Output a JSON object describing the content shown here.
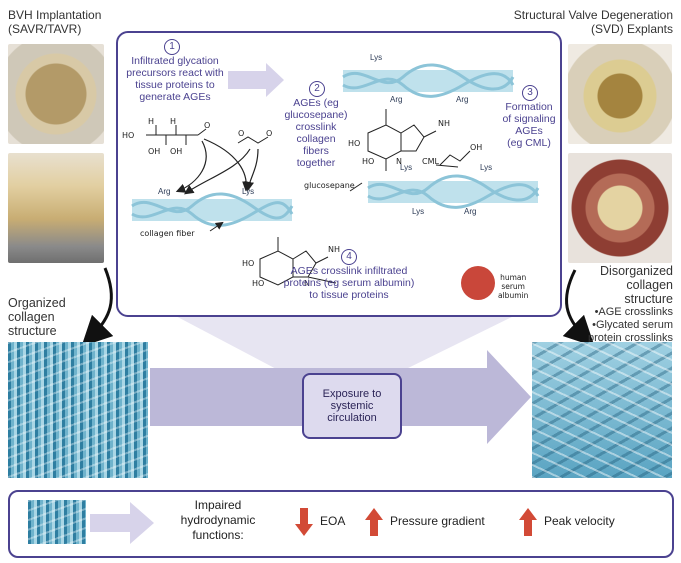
{
  "left": {
    "title_line1": "BVH Implantation",
    "title_line2": "(SAVR/TAVR)",
    "organized_line1": "Organized",
    "organized_line2": "collagen",
    "organized_line3": "structure"
  },
  "right": {
    "title_line1": "Structural Valve Degeneration",
    "title_line2": "(SVD) Explants",
    "disorg_line1": "Disorganized",
    "disorg_line2": "collagen",
    "disorg_line3": "structure",
    "bullet1": "•AGE crosslinks",
    "bullet2": "•Glycated serum",
    "bullet3": "protein crosslinks"
  },
  "panel": {
    "step1_num": "1",
    "step1_line1": "Infiltrated glycation",
    "step1_line2": "precursors react with",
    "step1_line3": "tissue proteins to",
    "step1_line4": "generate AGEs",
    "step2_num": "2",
    "step2_line1": "AGEs (eg",
    "step2_line2": "glucosepane)",
    "step2_line3": "crosslink",
    "step2_line4": "collagen",
    "step2_line5": "fibers",
    "step2_line6": "together",
    "step3_num": "3",
    "step3_line1": "Formation",
    "step3_line2": "of signaling",
    "step3_line3": "AGEs",
    "step3_line4": "(eg CML)",
    "step4_num": "4",
    "step4_line1": "AGEs crosslink infiltrated",
    "step4_line2": "proteins (eg serum albumin)",
    "step4_line3": "to tissue proteins",
    "collagen_fiber_label": "collagen fiber",
    "glucosepane_label": "glucosepane",
    "cml_label": "CML",
    "albumin_line1": "human",
    "albumin_line2": "serum",
    "albumin_line3": "albumin",
    "lys": "Lys",
    "arg": "Arg",
    "nh": "NH",
    "n": "N",
    "ho": "HO",
    "oh": "OH",
    "h": "H",
    "o": "O"
  },
  "center": {
    "exposure_line1": "Exposure to",
    "exposure_line2": "systemic",
    "exposure_line3": "circulation"
  },
  "bottom": {
    "impaired_line1": "Impaired",
    "impaired_line2": "hydrodynamic",
    "impaired_line3": "functions:",
    "eoa": "EOA",
    "pressure": "Pressure gradient",
    "peak": "Peak velocity"
  },
  "colors": {
    "panel_border": "#4b4290",
    "arrow_fill": "#bcb8d8",
    "down_arrow": "#d24a36",
    "up_arrow": "#d24a36",
    "albumin": "#c9473a",
    "fiber": "#a9d8e6"
  }
}
